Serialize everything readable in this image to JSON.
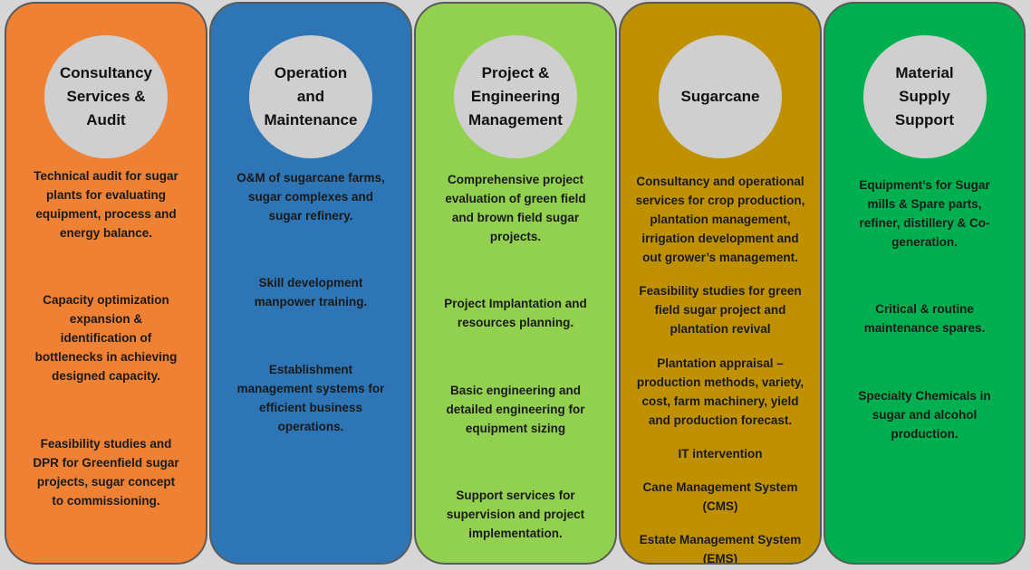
{
  "colors": {
    "background": "#d6d6d6",
    "column_border": "#5a5a5a",
    "circle": "#d0cfcf",
    "text": "#1a1a1a"
  },
  "columns": [
    {
      "color": "#ee8133",
      "title": "Consultancy\nServices &\nAudit",
      "items": [
        "Technical audit for sugar\nplants for evaluating\nequipment, process and\nenergy balance.",
        "Capacity optimization\nexpansion &\nidentification of\nbottlenecks in achieving\ndesigned capacity.",
        "Feasibility studies and\nDPR for Greenfield sugar\nprojects, sugar concept\nto commissioning."
      ]
    },
    {
      "color": "#2e75b6",
      "title": "Operation\nand\nMaintenance",
      "items": [
        "O&M of sugarcane farms,\nsugar complexes and\nsugar refinery.",
        "Skill development\nmanpower training.",
        "Establishment\nmanagement systems for\nefficient business\noperations."
      ]
    },
    {
      "color": "#92d050",
      "title": "Project &\nEngineering\nManagement",
      "items": [
        "Comprehensive project\nevaluation of green field\nand brown field sugar\nprojects.",
        "Project Implantation and\nresources planning.",
        "Basic engineering and\ndetailed engineering for\nequipment sizing",
        "Support services for\nsupervision and project\nimplementation."
      ]
    },
    {
      "color": "#bf9000",
      "title": "Sugarcane",
      "items": [
        "Consultancy and operational\nservices for crop production,\nplantation management,\nirrigation development and\nout grower’s management.",
        "Feasibility studies for green\nfield sugar project and\nplantation revival",
        "Plantation appraisal –\nproduction methods, variety,\ncost, farm machinery, yield\nand production forecast.",
        "IT intervention",
        "Cane Management System\n(CMS)",
        "Estate Management System\n(EMS)"
      ]
    },
    {
      "color": "#00b050",
      "title": "Material\nSupply\nSupport",
      "items": [
        "Equipment’s for Sugar\nmills & Spare parts,\nrefiner, distillery & Co-\ngeneration.",
        "Critical & routine\nmaintenance spares.",
        "Specialty Chemicals in\nsugar and alcohol\nproduction."
      ]
    }
  ]
}
